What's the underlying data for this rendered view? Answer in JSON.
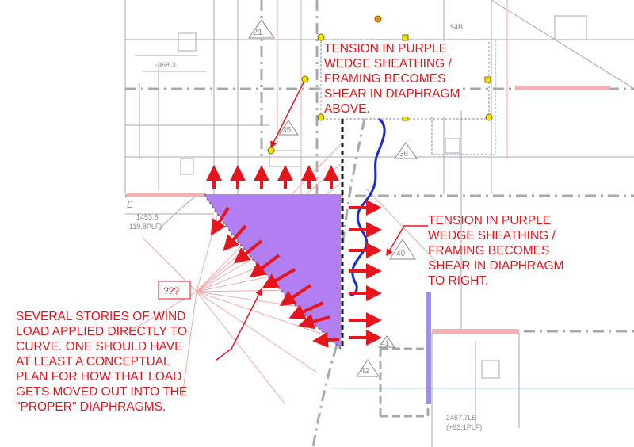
{
  "colors": {
    "annotation_red": "#e8141b",
    "wedge_purple": "#b27ff2",
    "curve_blue": "#1a2bd4",
    "handle_yellow": "#f2e000",
    "handle_orange": "#f08a1c",
    "drawing_gray": "#9a9a9a",
    "drawing_pink": "#f0a8a8",
    "purple_bar": "#9f8ef0"
  },
  "callouts": {
    "top": {
      "lines": [
        "TENSION IN PURPLE",
        "WEDGE SHEATHING /",
        "FRAMING BECOMES",
        "SHEAR IN DIAPHRAGM",
        "ABOVE."
      ]
    },
    "right": {
      "lines": [
        "TENSION IN PURPLE",
        "WEDGE SHEATHING /",
        "FRAMING BECOMES",
        "SHEAR IN DIAPHRAGM",
        "TO RIGHT."
      ]
    },
    "left": {
      "lines": [
        "SEVERAL STORIES OF WIND",
        "LOAD APPLIED DIRECTLY TO",
        "CURVE.  ONE SHOULD HAVE",
        "AT LEAST A CONCEPTUAL",
        "PLAN FOR HOW THAT LOAD",
        "GETS MOVED OUT INTO THE",
        "\"PROPER\" DIAPHRAGMS."
      ]
    }
  },
  "drawing_labels": {
    "tag_21": "21",
    "tag_35": "35",
    "tag_36": "36",
    "tag_40": "40",
    "tag_41": "41",
    "tag_42": "42",
    "grid_e": "E",
    "dim_left_1": "1453.6",
    "dim_left_2": "-119.8PLF)",
    "dim_top": "-968.3",
    "dim_bottom_1": "2467.7LB",
    "dim_bottom_2": "(+93.1PLF)",
    "dim_top_right": "54B",
    "unknown_tag": "???"
  }
}
